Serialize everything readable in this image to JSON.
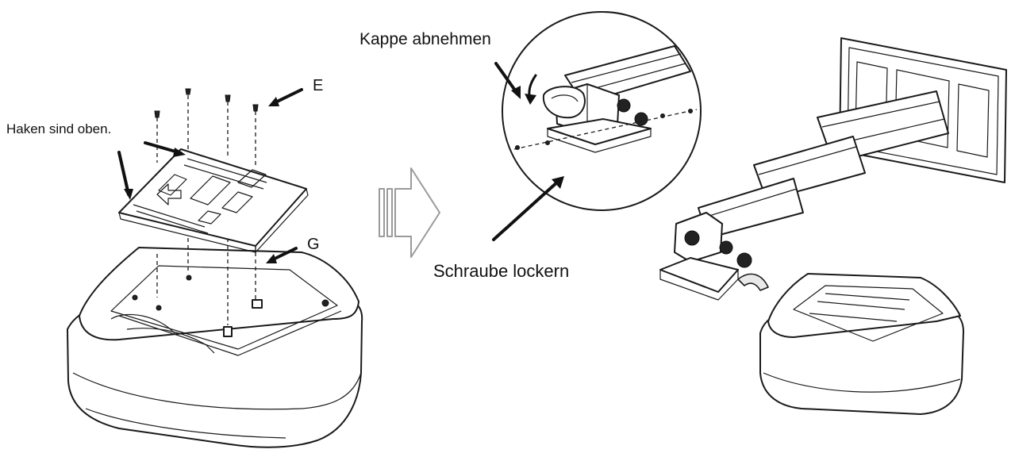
{
  "labels": {
    "hooks": "Haken sind oben.",
    "part_e": "E",
    "part_g": "G",
    "remove_cap": "Kappe abnehmen",
    "loosen_screw": "Schraube lockern"
  },
  "icons": {
    "step_arrow": "right-arrow-icon",
    "rotate_arrow": "curved-arrow-icon"
  },
  "colors": {
    "line": "#1a1a1a",
    "background": "#ffffff",
    "step_arrow_outline": "#9a9a9a"
  }
}
